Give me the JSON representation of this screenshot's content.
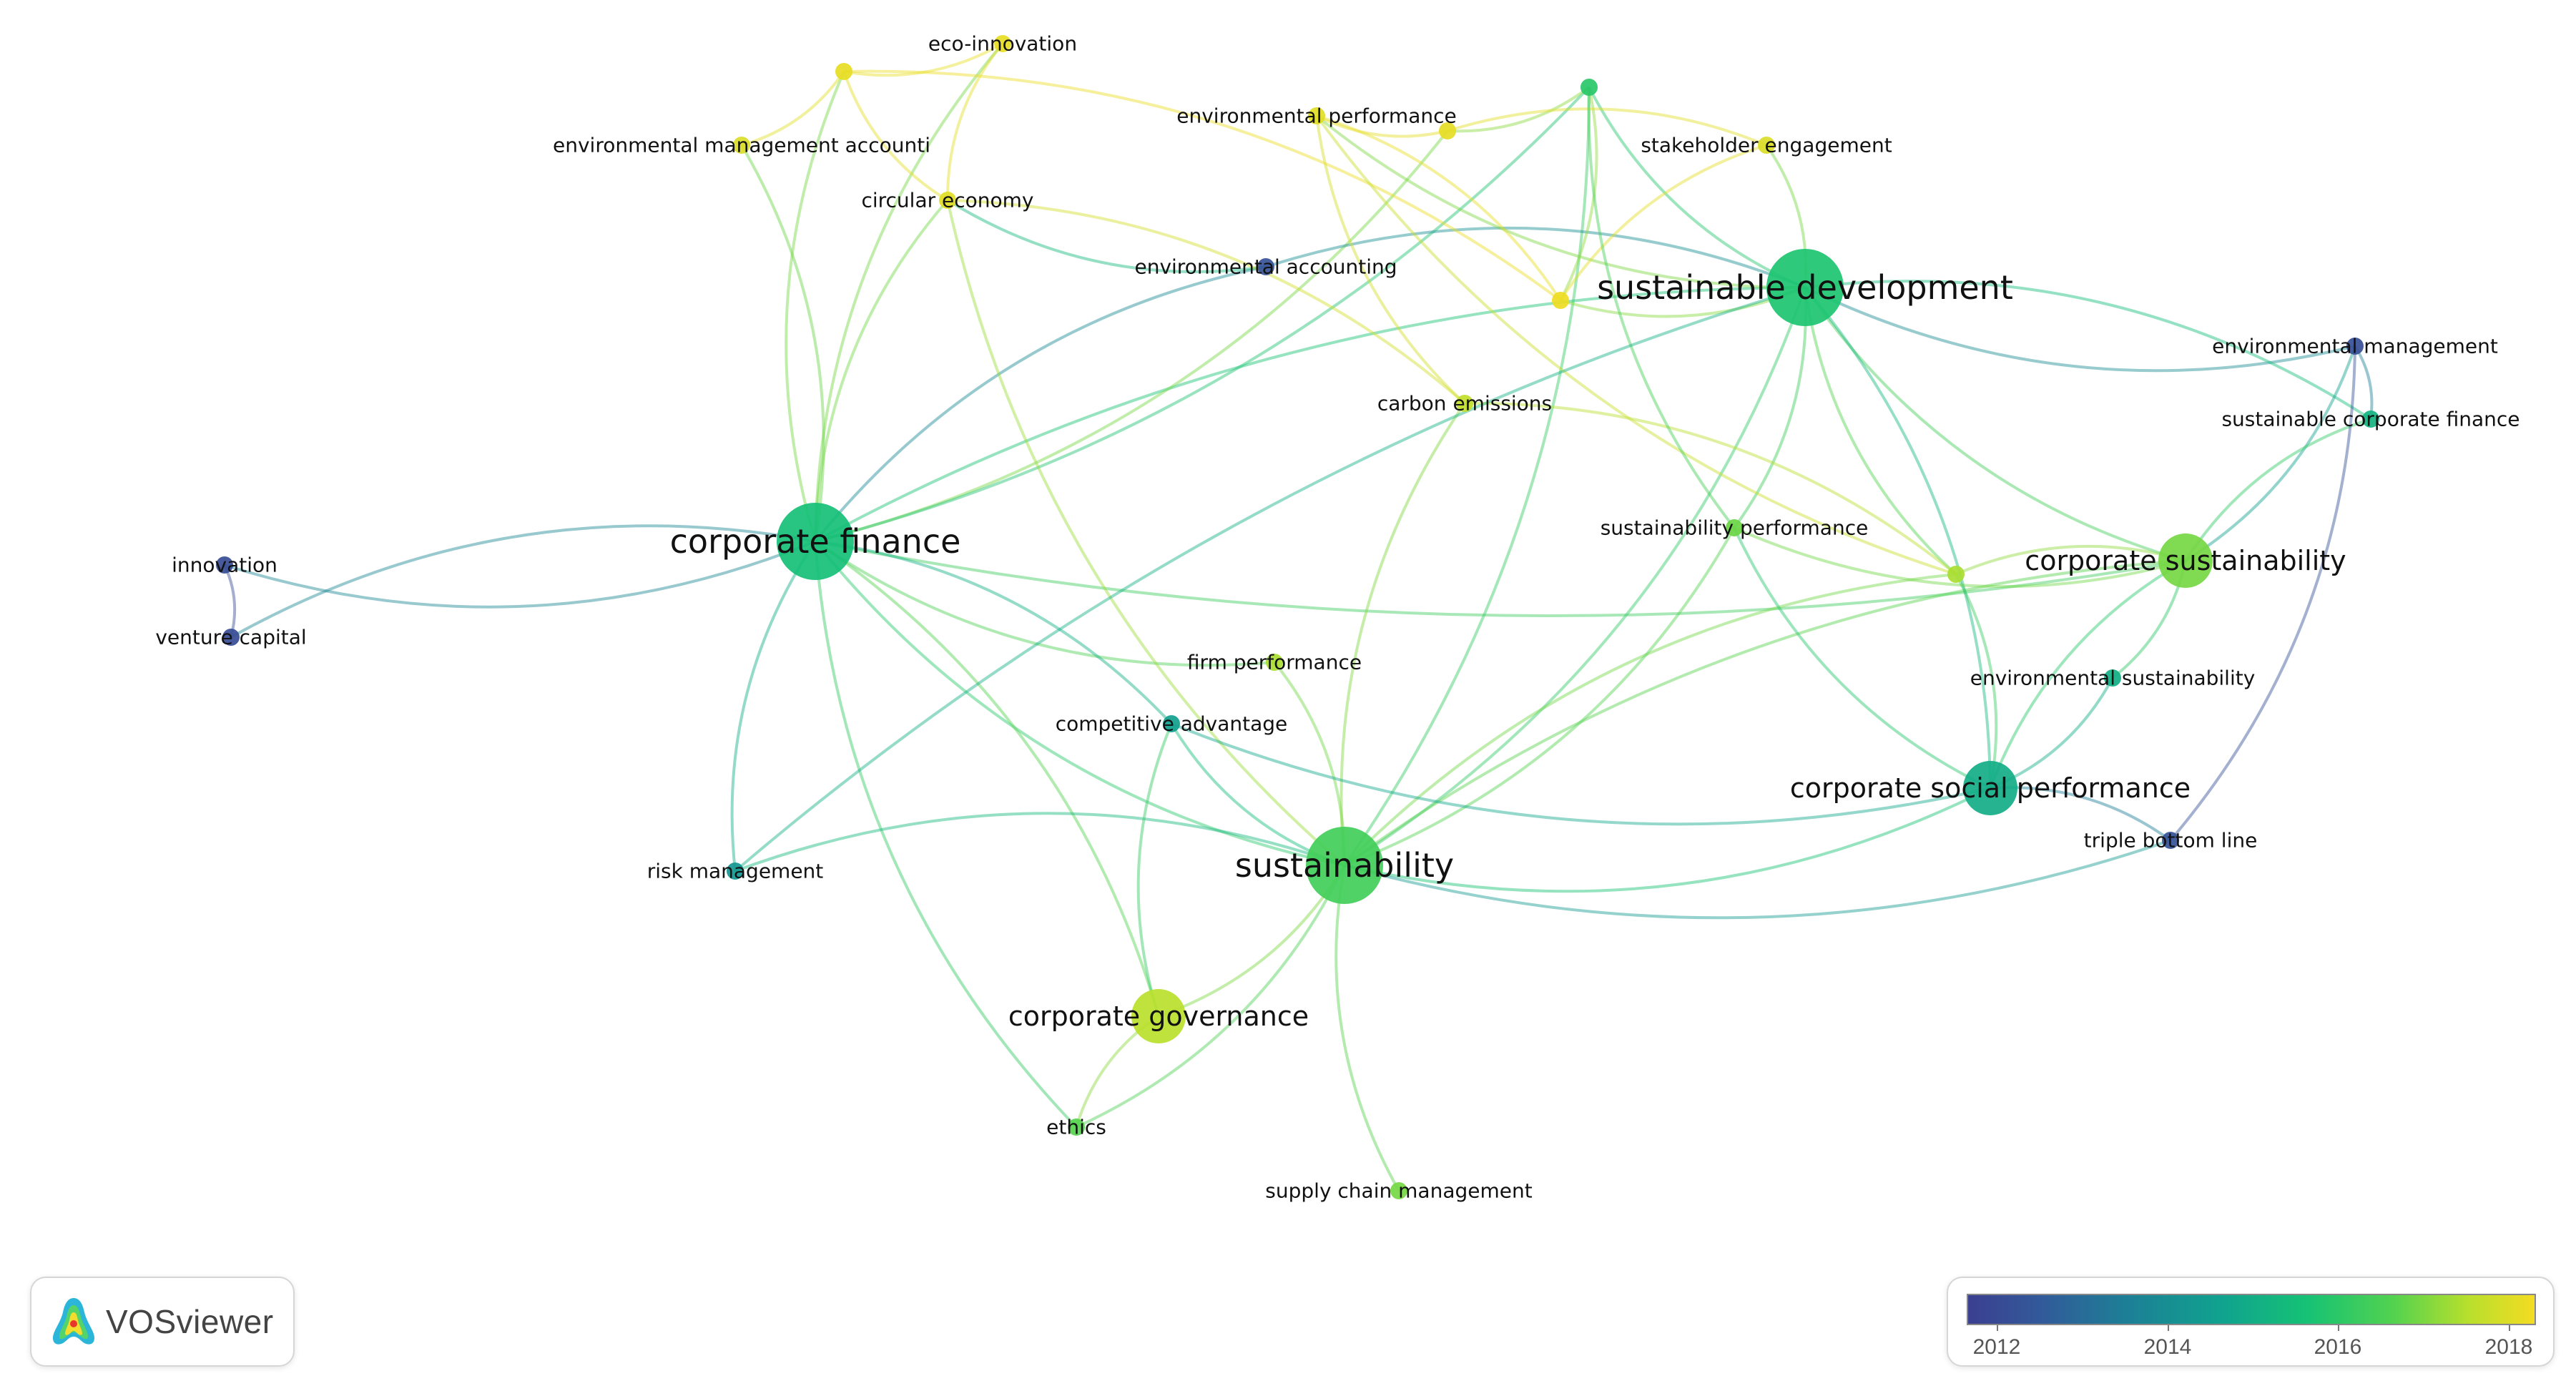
{
  "app": {
    "name": "VOSviewer"
  },
  "legend": {
    "gradient_colors": [
      "#3b3f8f",
      "#33589a",
      "#1d7f96",
      "#10a38e",
      "#16c275",
      "#52d24f",
      "#b6df2d",
      "#f4dc22"
    ],
    "year_labels": [
      "2012",
      "2014",
      "2016",
      "2018"
    ]
  },
  "network": {
    "nodes": [
      {
        "id": "corporate-finance",
        "label": "corporate finance",
        "year": 2015.4,
        "size": "large"
      },
      {
        "id": "sustainability",
        "label": "sustainability",
        "year": 2016.2,
        "size": "large"
      },
      {
        "id": "sustainable-development",
        "label": "sustainable development",
        "year": 2015.6,
        "size": "large"
      },
      {
        "id": "corporate-sustainability",
        "label": "corporate sustainability",
        "year": 2016.8,
        "size": "medium"
      },
      {
        "id": "corporate-social-performance",
        "label": "corporate social performance",
        "year": 2014.8,
        "size": "medium"
      },
      {
        "id": "corporate-governance",
        "label": "corporate governance",
        "year": 2017.5,
        "size": "medium"
      },
      {
        "id": "sustainability-performance",
        "label": "sustainability performance",
        "year": 2016.7,
        "size": "small"
      },
      {
        "id": "eco-innovation",
        "label": "eco-innovation",
        "year": 2018.2,
        "size": "small"
      },
      {
        "id": "environmental-performance",
        "label": "environmental performance",
        "year": 2018.1,
        "size": "small"
      },
      {
        "id": "environmental-management-accounti",
        "label": "environmental management accounti",
        "year": 2018.0,
        "size": "small"
      },
      {
        "id": "circular-economy",
        "label": "circular economy",
        "year": 2018.1,
        "size": "small"
      },
      {
        "id": "stakeholder-engagement",
        "label": "stakeholder engagement",
        "year": 2018.0,
        "size": "small"
      },
      {
        "id": "environmental-accounting",
        "label": "environmental accounting",
        "year": 2012.3,
        "size": "small"
      },
      {
        "id": "carbon-emissions",
        "label": "carbon emissions",
        "year": 2017.6,
        "size": "small"
      },
      {
        "id": "environmental-management",
        "label": "environmental management",
        "year": 2012.2,
        "size": "small"
      },
      {
        "id": "sustainable-corporate-finance",
        "label": "sustainable corporate finance",
        "year": 2015.0,
        "size": "small"
      },
      {
        "id": "innovation",
        "label": "innovation",
        "year": 2012.1,
        "size": "small"
      },
      {
        "id": "venture-capital",
        "label": "venture capital",
        "year": 2012.1,
        "size": "small"
      },
      {
        "id": "firm-performance",
        "label": "firm performance",
        "year": 2017.3,
        "size": "small"
      },
      {
        "id": "competitive-advantage",
        "label": "competitive advantage",
        "year": 2014.4,
        "size": "small"
      },
      {
        "id": "environmental-sustainability",
        "label": "environmental sustainability",
        "year": 2014.9,
        "size": "small"
      },
      {
        "id": "risk-management",
        "label": "risk management",
        "year": 2014.2,
        "size": "small"
      },
      {
        "id": "triple-bottom-line",
        "label": "triple bottom line",
        "year": 2012.3,
        "size": "small"
      },
      {
        "id": "ethics",
        "label": "ethics",
        "year": 2016.5,
        "size": "small"
      },
      {
        "id": "supply-chain-management",
        "label": "supply chain management",
        "year": 2016.8,
        "size": "small"
      },
      {
        "id": "unlabeled-1",
        "label": "",
        "year": 2015.8,
        "size": "small"
      },
      {
        "id": "unlabeled-2",
        "label": "",
        "year": 2018.2,
        "size": "small"
      },
      {
        "id": "unlabeled-3",
        "label": "",
        "year": 2018.2,
        "size": "small"
      },
      {
        "id": "unlabeled-4",
        "label": "",
        "year": 2018.3,
        "size": "small"
      },
      {
        "id": "unlabeled-5",
        "label": "",
        "year": 2017.3,
        "size": "small"
      }
    ],
    "edges": [
      [
        "corporate-finance",
        "sustainability"
      ],
      [
        "corporate-finance",
        "sustainable-development"
      ],
      [
        "corporate-finance",
        "corporate-sustainability"
      ],
      [
        "corporate-finance",
        "corporate-governance"
      ],
      [
        "corporate-finance",
        "risk-management"
      ],
      [
        "corporate-finance",
        "innovation"
      ],
      [
        "corporate-finance",
        "venture-capital"
      ],
      [
        "corporate-finance",
        "eco-innovation"
      ],
      [
        "corporate-finance",
        "environmental-management-accounti"
      ],
      [
        "corporate-finance",
        "circular-economy"
      ],
      [
        "corporate-finance",
        "unlabeled-2"
      ],
      [
        "corporate-finance",
        "environmental-accounting"
      ],
      [
        "corporate-finance",
        "firm-performance"
      ],
      [
        "corporate-finance",
        "competitive-advantage"
      ],
      [
        "corporate-finance",
        "ethics"
      ],
      [
        "corporate-finance",
        "unlabeled-3"
      ],
      [
        "corporate-finance",
        "unlabeled-1"
      ],
      [
        "innovation",
        "venture-capital"
      ],
      [
        "sustainability",
        "sustainable-development"
      ],
      [
        "sustainability",
        "corporate-sustainability"
      ],
      [
        "sustainability",
        "corporate-social-performance"
      ],
      [
        "sustainability",
        "corporate-governance"
      ],
      [
        "sustainability",
        "supply-chain-management"
      ],
      [
        "sustainability",
        "ethics"
      ],
      [
        "sustainability",
        "firm-performance"
      ],
      [
        "sustainability",
        "competitive-advantage"
      ],
      [
        "sustainability",
        "risk-management"
      ],
      [
        "sustainability",
        "carbon-emissions"
      ],
      [
        "sustainability",
        "unlabeled-1"
      ],
      [
        "sustainability",
        "unlabeled-5"
      ],
      [
        "sustainability",
        "triple-bottom-line"
      ],
      [
        "sustainability",
        "circular-economy"
      ],
      [
        "sustainability",
        "sustainability-performance"
      ],
      [
        "sustainable-development",
        "unlabeled-1"
      ],
      [
        "sustainable-development",
        "stakeholder-engagement"
      ],
      [
        "sustainable-development",
        "sustainability-performance"
      ],
      [
        "sustainable-development",
        "corporate-sustainability"
      ],
      [
        "sustainable-development",
        "corporate-social-performance"
      ],
      [
        "sustainable-development",
        "environmental-management"
      ],
      [
        "sustainable-development",
        "sustainable-corporate-finance"
      ],
      [
        "sustainable-development",
        "environmental-accounting"
      ],
      [
        "sustainable-development",
        "unlabeled-4"
      ],
      [
        "sustainable-development",
        "unlabeled-5"
      ],
      [
        "sustainable-development",
        "environmental-performance"
      ],
      [
        "corporate-sustainability",
        "environmental-management"
      ],
      [
        "corporate-sustainability",
        "sustainable-corporate-finance"
      ],
      [
        "corporate-sustainability",
        "corporate-social-performance"
      ],
      [
        "corporate-sustainability",
        "environmental-sustainability"
      ],
      [
        "corporate-sustainability",
        "unlabeled-5"
      ],
      [
        "corporate-sustainability",
        "sustainability-performance"
      ],
      [
        "corporate-social-performance",
        "environmental-sustainability"
      ],
      [
        "corporate-social-performance",
        "triple-bottom-line"
      ],
      [
        "corporate-social-performance",
        "unlabeled-5"
      ],
      [
        "corporate-social-performance",
        "sustainability-performance"
      ],
      [
        "corporate-governance",
        "ethics"
      ],
      [
        "corporate-governance",
        "competitive-advantage"
      ],
      [
        "environmental-performance",
        "unlabeled-2"
      ],
      [
        "environmental-performance",
        "unlabeled-4"
      ],
      [
        "environmental-performance",
        "carbon-emissions"
      ],
      [
        "eco-innovation",
        "unlabeled-3"
      ],
      [
        "eco-innovation",
        "circular-economy"
      ],
      [
        "unlabeled-3",
        "environmental-management-accounti"
      ],
      [
        "unlabeled-3",
        "circular-economy"
      ],
      [
        "unlabeled-3",
        "unlabeled-4"
      ],
      [
        "unlabeled-4",
        "unlabeled-1"
      ],
      [
        "unlabeled-4",
        "stakeholder-engagement"
      ],
      [
        "unlabeled-2",
        "unlabeled-1"
      ],
      [
        "unlabeled-2",
        "stakeholder-engagement"
      ],
      [
        "circular-economy",
        "environmental-accounting"
      ],
      [
        "carbon-emissions",
        "unlabeled-5"
      ],
      [
        "carbon-emissions",
        "circular-economy"
      ],
      [
        "unlabeled-5",
        "environmental-performance"
      ],
      [
        "triple-bottom-line",
        "environmental-management"
      ],
      [
        "environmental-management",
        "sustainable-corporate-finance"
      ],
      [
        "unlabeled-1",
        "sustainability-performance"
      ],
      [
        "risk-management",
        "sustainable-development"
      ],
      [
        "competitive-advantage",
        "corporate-social-performance"
      ]
    ]
  }
}
